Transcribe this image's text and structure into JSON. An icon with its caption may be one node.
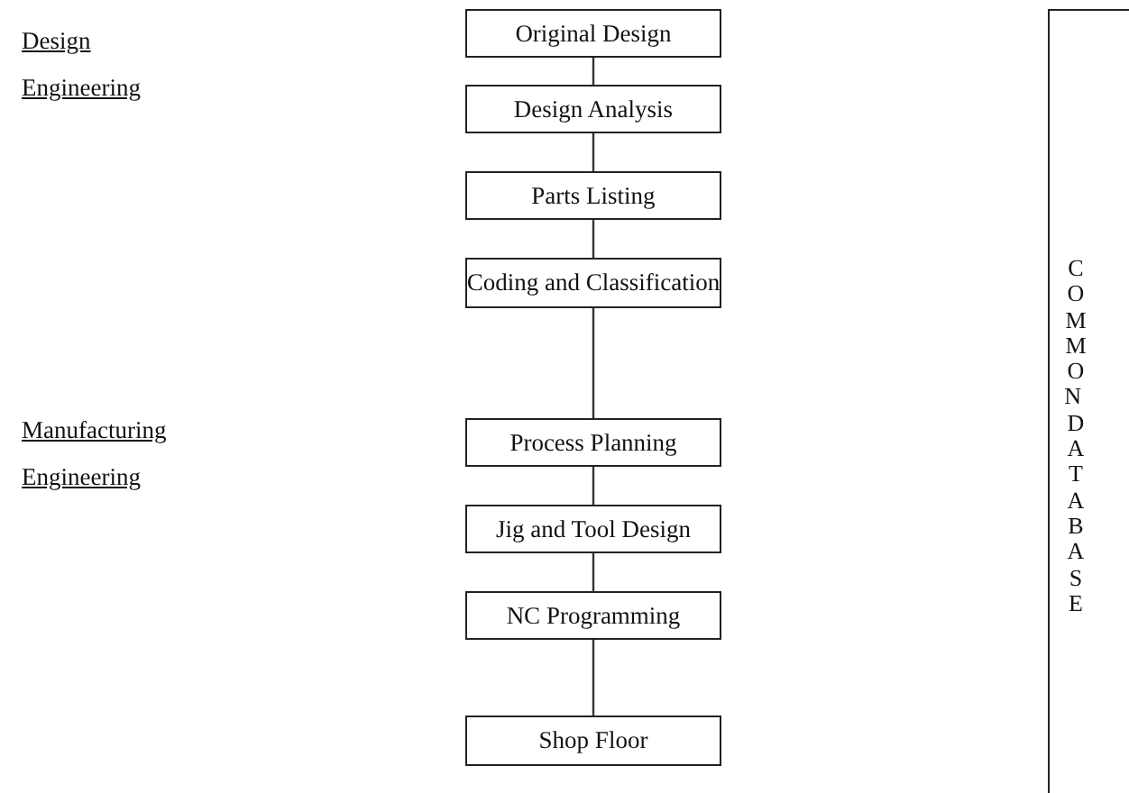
{
  "diagram": {
    "nodes": [
      {
        "text": [
          "Original Design"
        ]
      },
      {
        "text": [
          "Design Analysis"
        ]
      },
      {
        "text": [
          "Parts Listing"
        ]
      },
      {
        "text": [
          "Coding and Classification"
        ]
      },
      {
        "text": [
          "Process Planning"
        ]
      },
      {
        "text": [
          "Jig and Tool Design"
        ]
      },
      {
        "text": [
          "NC Programming"
        ]
      },
      {
        "text": [
          "Shop Floor"
        ]
      },
      {
        "text": [
          "COMMON DATABASE"
        ]
      }
    ],
    "edges": [
      {
        "from": 0,
        "to": 1,
        "arrow": "none"
      },
      {
        "from": 1,
        "to": 2,
        "arrow": "none"
      },
      {
        "from": 2,
        "to": 3,
        "arrow": "none"
      },
      {
        "from": 3,
        "to": 4,
        "arrow": "none"
      },
      {
        "from": 4,
        "to": 5,
        "arrow": "none"
      },
      {
        "from": 5,
        "to": 6,
        "arrow": "none"
      },
      {
        "from": 6,
        "to": 7,
        "arrow": "none"
      }
    ],
    "labels": [
      "Design Engineering",
      "Manufacturing Engineering"
    ]
  }
}
